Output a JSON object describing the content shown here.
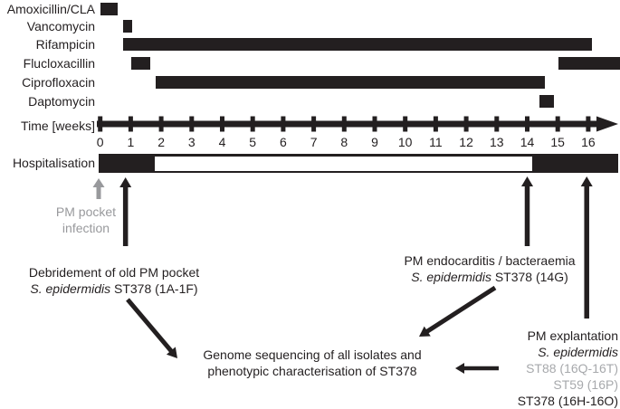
{
  "figure": {
    "background_color": "#ffffff",
    "ink_color": "#231f20",
    "gray_color": "#98999c",
    "light_gray_text_color": "#a7a9ac"
  },
  "chart_data": {
    "type": "bar",
    "subtype": "gantt-timeline",
    "title": "",
    "x_axis": {
      "label": "Time [weeks]",
      "min": 0,
      "max": 16,
      "ticks": [
        0,
        1,
        2,
        3,
        4,
        5,
        6,
        7,
        8,
        9,
        10,
        11,
        12,
        13,
        14,
        15,
        16
      ],
      "arrow": "right"
    },
    "rows": [
      {
        "label": "Amoxicillin/CLA",
        "segments": [
          {
            "start": 0.0,
            "end": 0.57
          }
        ]
      },
      {
        "label": "Vancomycin",
        "segments": [
          {
            "start": 0.74,
            "end": 1.05
          }
        ]
      },
      {
        "label": "Rifampicin",
        "segments": [
          {
            "start": 0.74,
            "end": 16.12
          }
        ]
      },
      {
        "label": "Flucloxacillin",
        "segments": [
          {
            "start": 1.02,
            "end": 1.64
          },
          {
            "start": 15.02,
            "end": 17.1
          }
        ]
      },
      {
        "label": "Ciprofloxacin",
        "segments": [
          {
            "start": 1.82,
            "end": 14.58
          }
        ]
      },
      {
        "label": "Daptomycin",
        "segments": [
          {
            "start": 14.4,
            "end": 14.88
          }
        ]
      }
    ],
    "hospitalisation": {
      "label": "Hospitalisation",
      "segments": [
        {
          "start": -0.06,
          "end": 1.78,
          "fill": "black"
        },
        {
          "start": 1.78,
          "end": 14.16,
          "fill": "white"
        },
        {
          "start": 14.16,
          "end": 16.98,
          "fill": "black"
        }
      ]
    },
    "events": [
      {
        "name": "pm-pocket-infection",
        "week": -0.05,
        "color": "gray"
      },
      {
        "name": "debridement",
        "week": 0.83,
        "color": "ink"
      },
      {
        "name": "endocarditis",
        "week": 14.0,
        "color": "ink"
      },
      {
        "name": "explantation",
        "week": 15.95,
        "color": "ink"
      }
    ]
  },
  "annotations": {
    "pm_pocket": {
      "lines": [
        "PM pocket",
        "infection"
      ]
    },
    "debridement": {
      "line1": "Debridement of old PM pocket",
      "line2_italic": "S. epidermidis",
      "line2_rest": " ST378 (1A-1F)"
    },
    "endocarditis": {
      "line1": "PM endocarditis / bacteraemia",
      "line2_italic": "S. epidermidis",
      "line2_rest": " ST378 (14G)"
    },
    "genome": {
      "line1": "Genome sequencing of all isolates and",
      "line2": "phenotypic characterisation of ST378"
    },
    "explantation": {
      "line1": "PM explantation",
      "line2": "S. epidermidis",
      "line3": "ST88 (16Q-16T)",
      "line4": "ST59 (16P)",
      "line5": "ST378 (16H-16O)"
    }
  }
}
